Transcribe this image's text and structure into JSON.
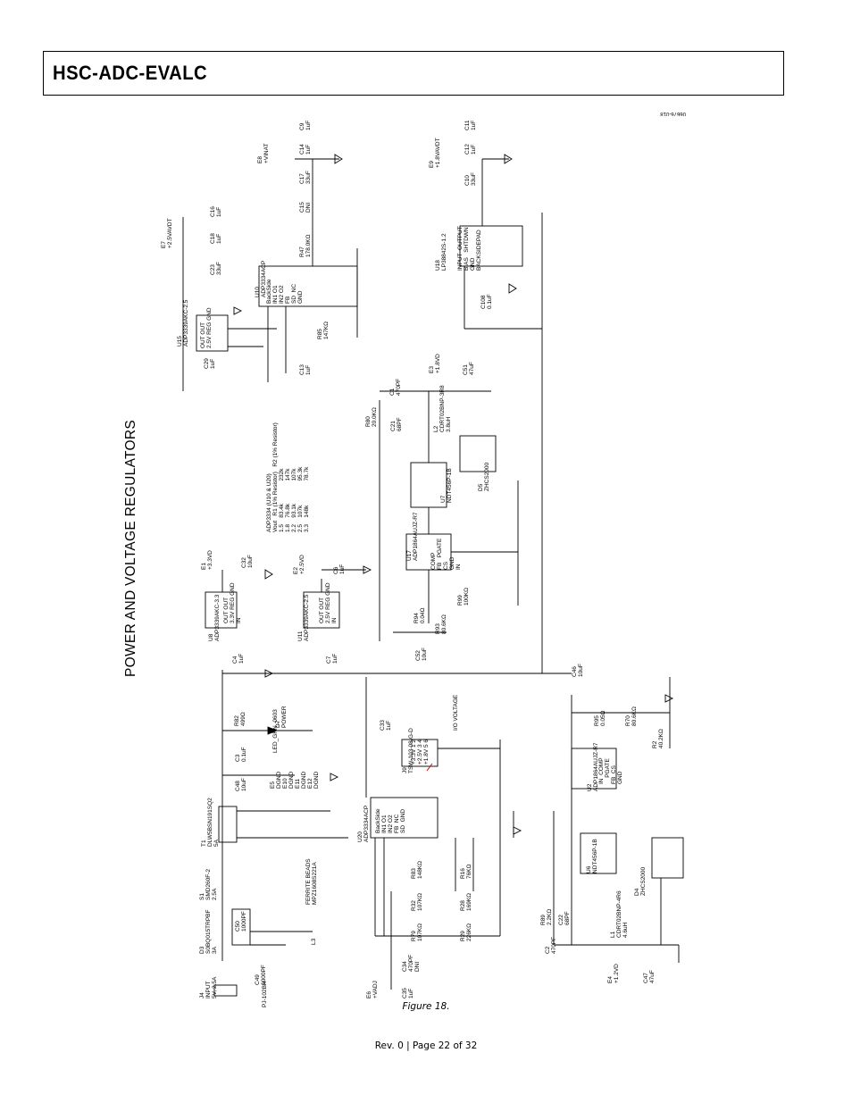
{
  "document": {
    "title": "HSC-ADC-EVALC",
    "section_title": "POWER AND VOLTAGE REGULATORS",
    "doc_id": "06676-018",
    "caption": "Figure 18.",
    "footer": "Rev. 0 | Page 22 of 32"
  },
  "parts": [
    {
      "id": "u15",
      "text": "U15\nADP3339AKC-2.5"
    },
    {
      "id": "u15body",
      "text": "OUT OUT\n2.5V REG GND"
    },
    {
      "id": "e7",
      "text": "E7\n+2.5VAVDT"
    },
    {
      "id": "c16",
      "text": "C16\n1uF"
    },
    {
      "id": "c18",
      "text": "C18\n1uF"
    },
    {
      "id": "c23",
      "text": "C23\n33uF"
    },
    {
      "id": "c29",
      "text": "C29\n1uF"
    },
    {
      "id": "u10",
      "text": "U10\nADP3334ACP"
    },
    {
      "id": "u10body",
      "text": "BackSide\nIN1 O1\nIN2 O2\nFB\nSD  NC\nGND"
    },
    {
      "id": "e8",
      "text": "E8\n+VINAT"
    },
    {
      "id": "c9",
      "text": "C9\n1uF"
    },
    {
      "id": "c14",
      "text": "C14\n1uF"
    },
    {
      "id": "c17",
      "text": "C17\n33uF"
    },
    {
      "id": "c15",
      "text": "C15\nDNI"
    },
    {
      "id": "r47",
      "text": "R47\n178.0KΩ"
    },
    {
      "id": "r85",
      "text": "R85\n147KΩ"
    },
    {
      "id": "c13",
      "text": "C13\n1uF"
    },
    {
      "id": "e9",
      "text": "E9\n+1.8VAVDT"
    },
    {
      "id": "c11",
      "text": "C11\n1uF"
    },
    {
      "id": "c12",
      "text": "C12\n1uF"
    },
    {
      "id": "c10",
      "text": "C10\n33uF"
    },
    {
      "id": "u18",
      "text": "U18\nLP38842S-1.2"
    },
    {
      "id": "u18body",
      "text": "INPUT  OUTPUT\nBIAS   SHTDWN\nGND\nBACKSIDEPAD"
    },
    {
      "id": "c108",
      "text": "C108\n0.1uF"
    },
    {
      "id": "table",
      "text": "ADP3334 (U10 & U20)\nVout   R1 (1% Resistor)   R2 (1% Resistor)\n1.5    83.4k              232k\n1.8    76.8k              147k\n2.2    93.1k              107k\n2.5    107k               95.3k\n3.3    148k               78.7k"
    },
    {
      "id": "e3",
      "text": "E3\n+1.8VD"
    },
    {
      "id": "c51",
      "text": "C51\n47uF"
    },
    {
      "id": "c1",
      "text": "C1\n470PF"
    },
    {
      "id": "r80",
      "text": "R80\n20.0KΩ"
    },
    {
      "id": "c21",
      "text": "C21\n68PF"
    },
    {
      "id": "l2",
      "text": "L2\nCDRT02BNP-3R8\n3.8uH"
    },
    {
      "id": "u7",
      "text": "U7\nNDT456P-1B"
    },
    {
      "id": "d5",
      "text": "D5\nZHCS2000"
    },
    {
      "id": "u17",
      "text": "U17\nADP1864AUJZ-R7"
    },
    {
      "id": "u17body",
      "text": "COMP\nFB   PGATE\nCS\nGND\nIN"
    },
    {
      "id": "r99",
      "text": "R99\n100KΩ"
    },
    {
      "id": "r94",
      "text": "R94\n0.04Ω"
    },
    {
      "id": "r93",
      "text": "R93\n80.6KΩ"
    },
    {
      "id": "c52",
      "text": "C52\n10uF"
    },
    {
      "id": "u8",
      "text": "U8\nADP3339AKC-3.3"
    },
    {
      "id": "u8body",
      "text": "OUT OUT\n3.3V REG GND\nIN"
    },
    {
      "id": "e1",
      "text": "E1\n+3.3VD"
    },
    {
      "id": "c32",
      "text": "C32\n10uF"
    },
    {
      "id": "c4",
      "text": "C4\n1uF"
    },
    {
      "id": "u11",
      "text": "U11\nADP3339AKC-2.5"
    },
    {
      "id": "u11body",
      "text": "OUT OUT\n2.5V REG GND\nIN"
    },
    {
      "id": "e2",
      "text": "E2\n+2.5VD"
    },
    {
      "id": "c6",
      "text": "C6\n1uF"
    },
    {
      "id": "c7",
      "text": "C7\n1uF"
    },
    {
      "id": "c46",
      "text": "C46\n10uF"
    },
    {
      "id": "r95",
      "text": "R95\n0.05Ω"
    },
    {
      "id": "r70",
      "text": "R70\n80.6KΩ"
    },
    {
      "id": "r2",
      "text": "R2\n40.2KΩ"
    },
    {
      "id": "u2",
      "text": "U2\nADP1864AUJZ-R7"
    },
    {
      "id": "u2body",
      "text": "IN  COMP\n    PGATE\nFB  CS\nGND"
    },
    {
      "id": "u6",
      "text": "U6\nNDT456P-1B"
    },
    {
      "id": "d4",
      "text": "D4\nZHCS2000"
    },
    {
      "id": "l1",
      "text": "L1\nCDRT02BNP-4R6\n4.6uH"
    },
    {
      "id": "r89",
      "text": "R89\n2.2KΩ"
    },
    {
      "id": "c22",
      "text": "C22\n68PF"
    },
    {
      "id": "c2",
      "text": "C2\n470PF"
    },
    {
      "id": "e4",
      "text": "E4\n+1.2VD"
    },
    {
      "id": "c47",
      "text": "C47\n47uF"
    },
    {
      "id": "r82",
      "text": "R82\n499Ω"
    },
    {
      "id": "d7",
      "text": "D7\nPOWER"
    },
    {
      "id": "led",
      "text": "LED_GRN_0603"
    },
    {
      "id": "c3",
      "text": "C3\n0.1uF"
    },
    {
      "id": "c48",
      "text": "C48\n10uF"
    },
    {
      "id": "e5",
      "text": "E5\nDGND"
    },
    {
      "id": "e10",
      "text": "E10\nDGND"
    },
    {
      "id": "e11",
      "text": "E11\nDGND"
    },
    {
      "id": "e12",
      "text": "E12\nDGND"
    },
    {
      "id": "t1",
      "text": "T1\nDLW5BSN191SQ2\n5A"
    },
    {
      "id": "s1",
      "text": "S1\nSMD260F-2\n2.5A"
    },
    {
      "id": "d3",
      "text": "D3\nS0BQ015TRPBF\n3A"
    },
    {
      "id": "c50",
      "text": "C50\n1000PF"
    },
    {
      "id": "c49",
      "text": "C49\n1000PF"
    },
    {
      "id": "j4",
      "text": "J4\nINPUT\n5V, 2.5A"
    },
    {
      "id": "pj",
      "text": "PJ-102BH"
    },
    {
      "id": "ferrite",
      "text": "FERRITE BEADS\nMPZ1608S221A"
    },
    {
      "id": "l3",
      "text": "L3"
    },
    {
      "id": "c33",
      "text": "C33\n1uF"
    },
    {
      "id": "io",
      "text": "I/O VOLTAGE"
    },
    {
      "id": "j9",
      "text": "J9\nTSW-103-08-G-D"
    },
    {
      "id": "j9pins",
      "text": "+3.3V 1 2\n+2.5V 3 4\n+1.8V 5 6"
    },
    {
      "id": "u20",
      "text": "U20\nADP3334ACP"
    },
    {
      "id": "u20body",
      "text": "BackSide\nIN1 O1\nIN2 O2\nFB  NC\nSD  GND"
    },
    {
      "id": "r83",
      "text": "R83\n148KΩ"
    },
    {
      "id": "r16",
      "text": "R16\n76KΩ"
    },
    {
      "id": "r32",
      "text": "R32\n107KΩ"
    },
    {
      "id": "r28",
      "text": "R28\n169KΩ"
    },
    {
      "id": "r79",
      "text": "R79\n107KΩ"
    },
    {
      "id": "r29",
      "text": "R29\n226KΩ"
    },
    {
      "id": "c34",
      "text": "C34\n470PF\nDNI"
    },
    {
      "id": "c35",
      "text": "C35\n1uF"
    },
    {
      "id": "e6",
      "text": "E6\n+VADJ"
    }
  ]
}
